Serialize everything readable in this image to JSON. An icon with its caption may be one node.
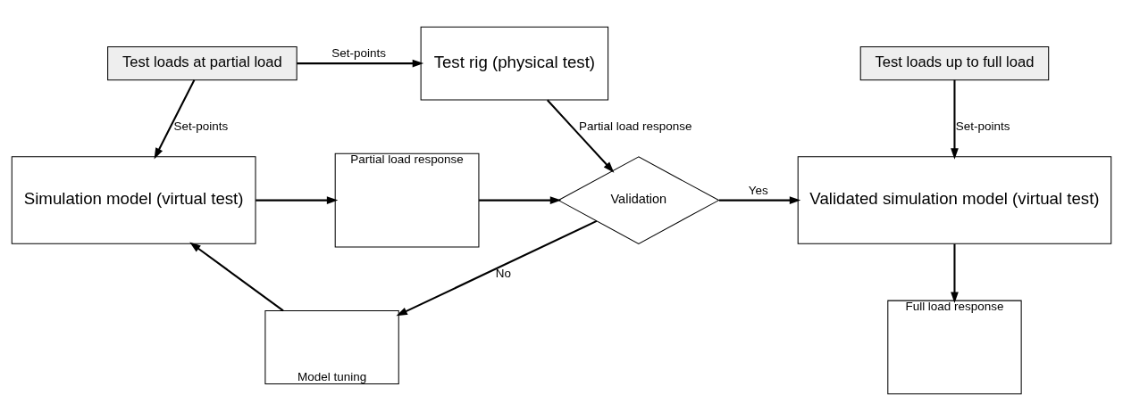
{
  "diagram": {
    "nodes": [
      {
        "text": [
          "Test loads at partial load"
        ]
      },
      {
        "text": [
          "Test rig (physical test)"
        ]
      },
      {
        "text": [
          "Test loads up to full load"
        ]
      },
      {
        "text": [
          "Simulation model (virtual test)"
        ]
      },
      {
        "text": [
          "Partial load response"
        ]
      },
      {
        "text": [
          "Validation"
        ]
      },
      {
        "text": [
          "Validated simulation model (virtual test)"
        ]
      },
      {
        "text": [
          "Model tuning"
        ]
      },
      {
        "text": [
          "Full load response"
        ]
      }
    ],
    "edges": [
      {
        "from": 0,
        "to": 1,
        "arrow": "to",
        "label": "Set-points"
      },
      {
        "from": 0,
        "to": 3,
        "arrow": "to",
        "label": "Set-points"
      },
      {
        "from": 1,
        "to": 5,
        "arrow": "to",
        "label": "Partial load response"
      },
      {
        "from": 2,
        "to": 6,
        "arrow": "to",
        "label": "Set-points"
      },
      {
        "from": 3,
        "to": 4,
        "arrow": "to"
      },
      {
        "from": 4,
        "to": 5,
        "arrow": "to"
      },
      {
        "from": 5,
        "to": 6,
        "arrow": "to",
        "label": "Yes"
      },
      {
        "from": 5,
        "to": 7,
        "arrow": "to",
        "label": "No"
      },
      {
        "from": 7,
        "to": 3,
        "arrow": "to"
      },
      {
        "from": 6,
        "to": 8,
        "arrow": "to"
      }
    ]
  }
}
